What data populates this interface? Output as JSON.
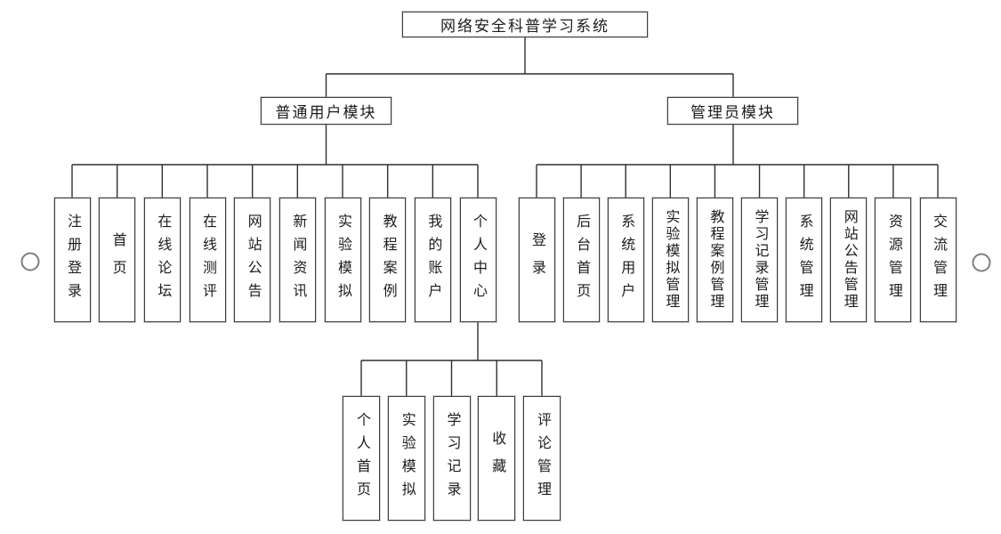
{
  "tree": {
    "root_label": "网络安全科普学习系统",
    "modules": [
      {
        "label": "普通用户模块",
        "children": [
          "注册登录",
          "首页",
          "在线论坛",
          "在线测评",
          "网站公告",
          "新闻资讯",
          "实验模拟",
          "教程案例",
          "我的账户",
          "个人中心"
        ]
      },
      {
        "label": "管理员模块",
        "children": [
          "登录",
          "后台首页",
          "系统用户",
          "实验模拟管理",
          "教程案例管理",
          "学习记录管理",
          "系统管理",
          "网站公告管理",
          "资源管理",
          "交流管理"
        ]
      }
    ],
    "personal_center": {
      "parent_label": "个人中心",
      "children": [
        "个人首页",
        "实验模拟",
        "学习记录",
        "收藏",
        "评论管理"
      ]
    }
  },
  "colors": {
    "line": "#2f2f2f",
    "box_border": "#3d3d3d",
    "circle_stroke": "#7d7d7d",
    "background": "#ffffff"
  }
}
